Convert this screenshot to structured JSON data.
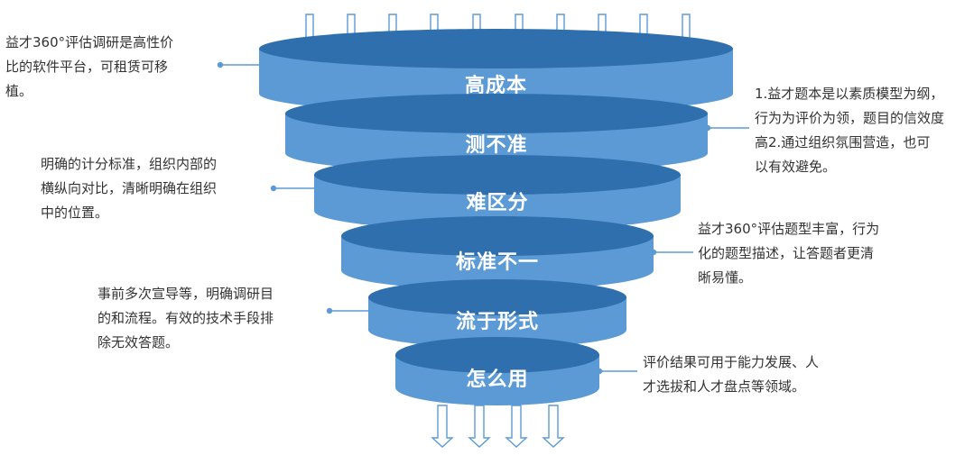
{
  "funnel": {
    "colors": {
      "rim": "#2f6fae",
      "body": "#5b9ad5",
      "shade": "#3f7fc0",
      "arrow_stroke": "#5b9ad5",
      "line": "#5b9ad5",
      "text": "#333333"
    },
    "layers": [
      {
        "label": "高成本"
      },
      {
        "label": "测不准"
      },
      {
        "label": "难区分"
      },
      {
        "label": "标准不一"
      },
      {
        "label": "流于形式"
      },
      {
        "label": "怎么用"
      }
    ]
  },
  "notes": {
    "left": [
      {
        "lines": [
          "益才360°评估调研是高性价",
          "比的软件平台，可租赁可移",
          "植。"
        ]
      },
      {
        "lines": [
          "明确的计分标准，组织内部的",
          "横纵向对比，清晰明确在组织",
          "中的位置。"
        ]
      },
      {
        "lines": [
          "事前多次宣导等，明确调研目",
          "的和流程。有效的技术手段排",
          "除无效答题。"
        ]
      }
    ],
    "right": [
      {
        "lines": [
          "1.益才题本是以素质模型为纲，",
          "行为为评价为领，题目的信效度",
          "高2.通过组织氛围营造，也可",
          "以有效避免。"
        ]
      },
      {
        "lines": [
          "益才360°评估题型丰富，行为",
          "化的题型描述，让答题者更清",
          "晰易懂。"
        ]
      },
      {
        "lines": [
          "评价结果可用于能力发展、人",
          "才选拔和人才盘点等领域。"
        ]
      }
    ]
  }
}
